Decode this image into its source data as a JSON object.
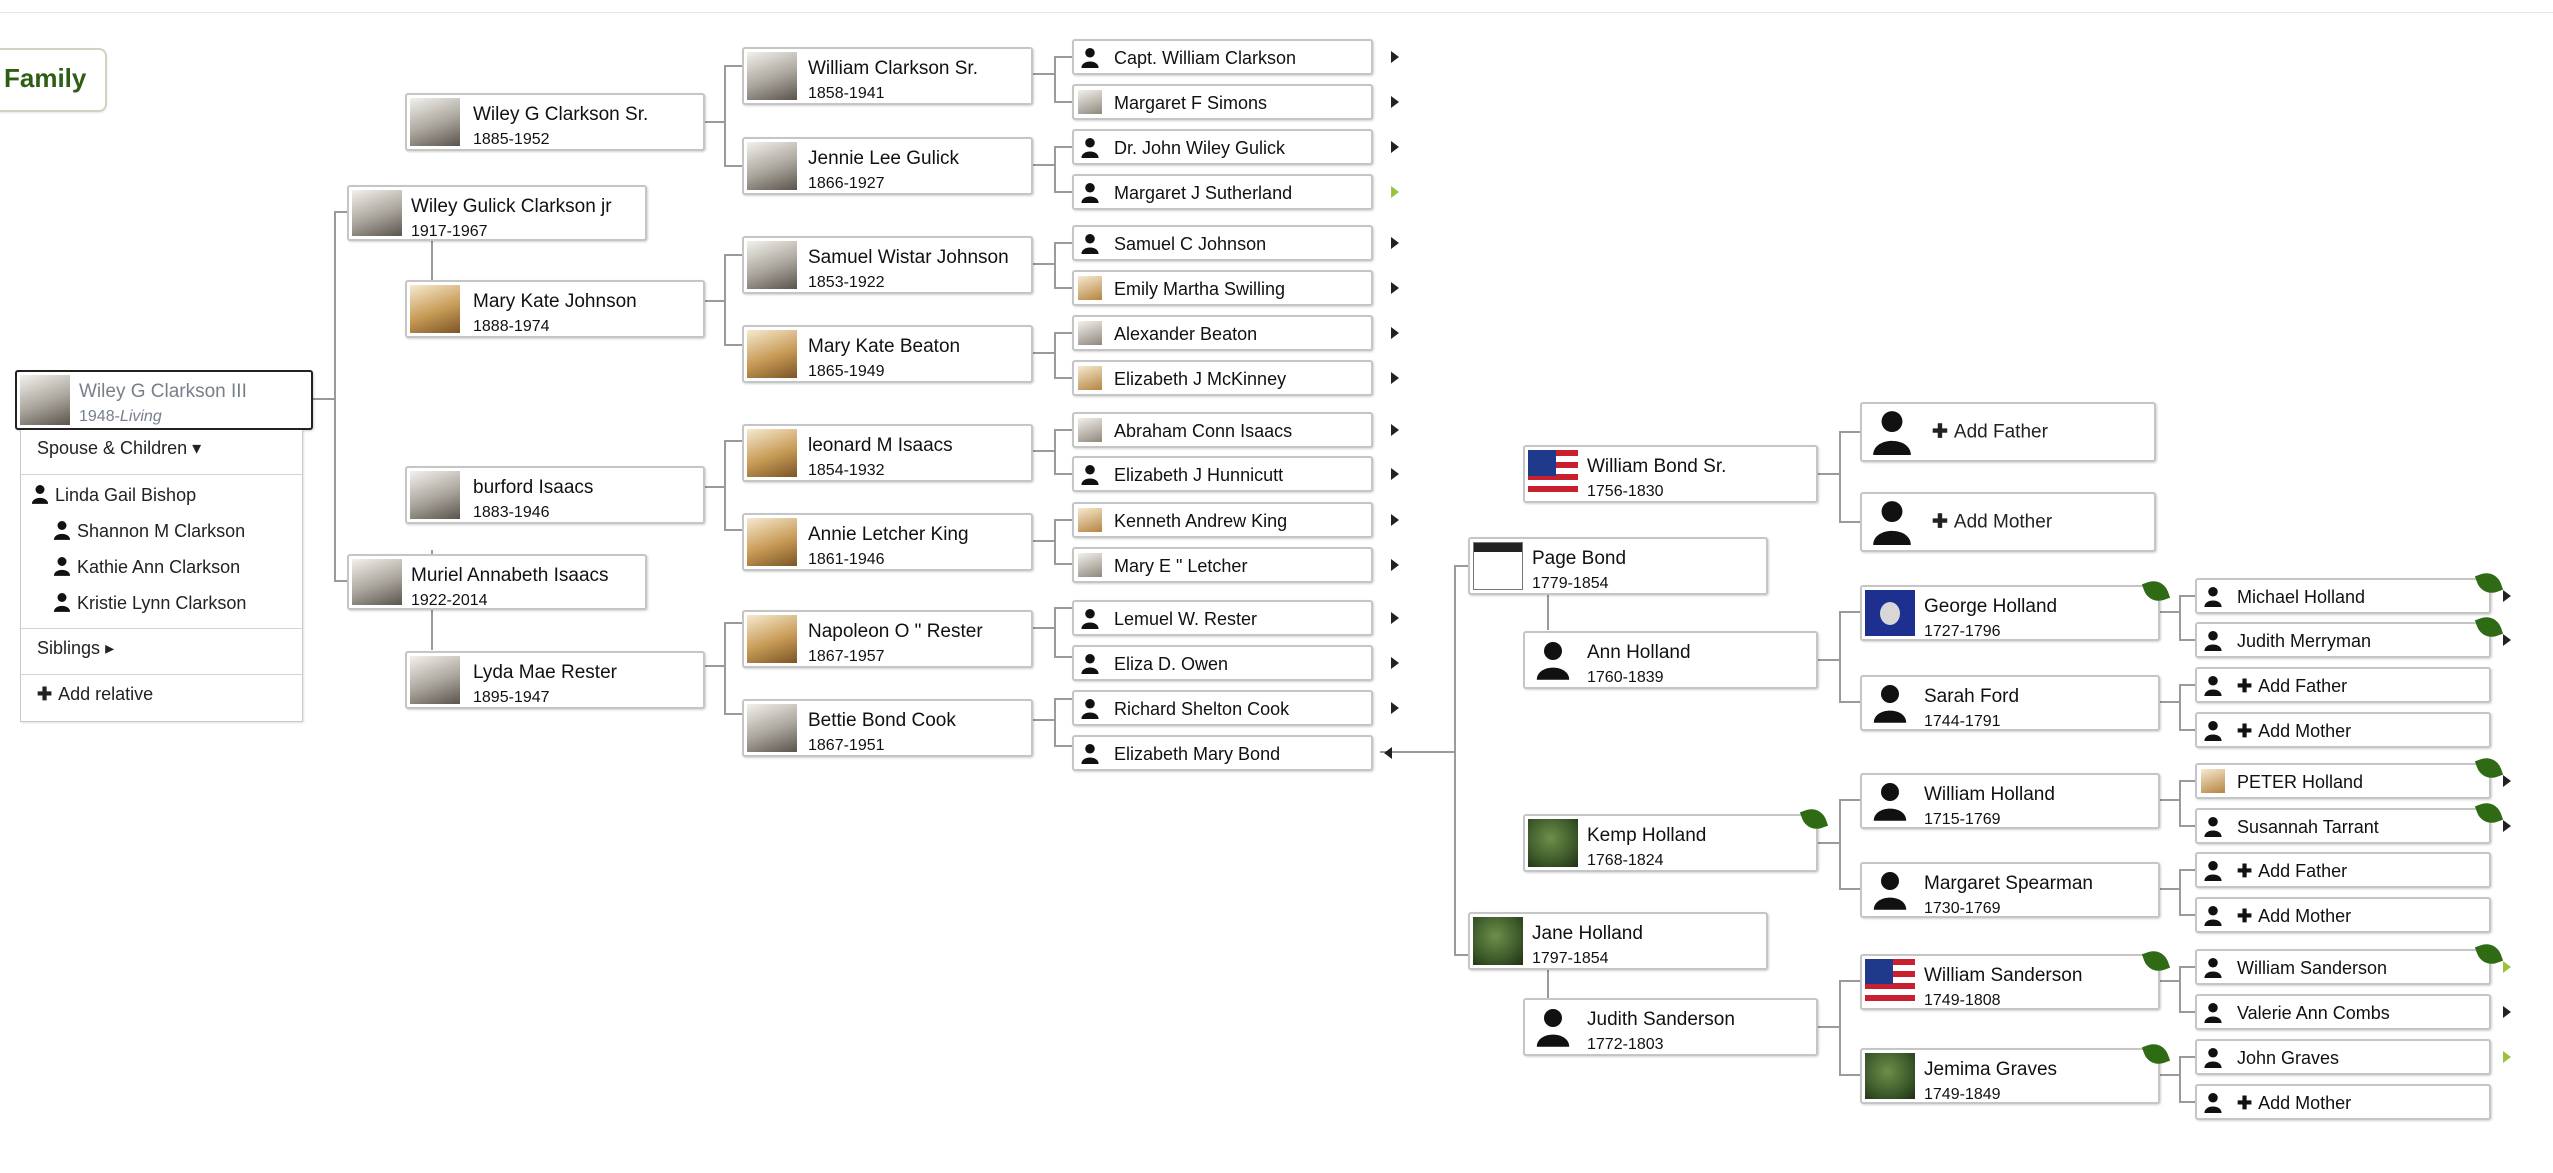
{
  "family_tab": {
    "label": "Family"
  },
  "root": {
    "name": "Wiley G Clarkson III",
    "dates_prefix": "1948-",
    "dates_status": "Living"
  },
  "panel": {
    "spouse_label": "Spouse & Children",
    "spouse": "Linda Gail Bishop",
    "children": [
      "Shannon M Clarkson",
      "Kathie Ann Clarkson",
      "Kristie Lynn Clarkson"
    ],
    "siblings_label": "Siblings",
    "add_relative_label": "Add relative"
  },
  "people": {
    "wiley_jr": {
      "name": "Wiley Gulick Clarkson jr",
      "dates": "1917-1967"
    },
    "muriel": {
      "name": "Muriel Annabeth Isaacs",
      "dates": "1922-2014"
    },
    "wiley_sr": {
      "name": "Wiley G Clarkson Sr.",
      "dates": "1885-1952"
    },
    "mary_kate_johnson": {
      "name": "Mary Kate Johnson",
      "dates": "1888-1974"
    },
    "burford": {
      "name": "burford Isaacs",
      "dates": "1883-1946"
    },
    "lyda": {
      "name": "Lyda Mae Rester",
      "dates": "1895-1947"
    },
    "william_clarkson_sr": {
      "name": "William Clarkson Sr.",
      "dates": "1858-1941"
    },
    "jennie": {
      "name": "Jennie Lee Gulick",
      "dates": "1866-1927"
    },
    "samuel_wistar": {
      "name": "Samuel Wistar Johnson",
      "dates": "1853-1922"
    },
    "mary_kate_beaton": {
      "name": "Mary Kate Beaton",
      "dates": "1865-1949"
    },
    "leonard": {
      "name": "leonard M Isaacs",
      "dates": "1854-1932"
    },
    "annie": {
      "name": "Annie Letcher King",
      "dates": "1861-1946"
    },
    "napoleon": {
      "name": "Napoleon O \" Rester",
      "dates": "1867-1957"
    },
    "bettie": {
      "name": "Bettie Bond Cook",
      "dates": "1867-1951"
    },
    "william_bond_sr": {
      "name": "William Bond Sr.",
      "dates": "1756-1830"
    },
    "page_bond": {
      "name": "Page Bond",
      "dates": "1779-1854"
    },
    "ann_holland": {
      "name": "Ann Holland",
      "dates": "1760-1839"
    },
    "george_holland": {
      "name": "George Holland",
      "dates": "1727-1796"
    },
    "sarah_ford": {
      "name": "Sarah Ford",
      "dates": "1744-1791"
    },
    "william_holland": {
      "name": "William Holland",
      "dates": "1715-1769"
    },
    "kemp_holland": {
      "name": "Kemp Holland",
      "dates": "1768-1824"
    },
    "margaret_spearman": {
      "name": "Margaret Spearman",
      "dates": "1730-1769"
    },
    "jane_holland": {
      "name": "Jane Holland",
      "dates": "1797-1854"
    },
    "william_sanderson": {
      "name": "William Sanderson",
      "dates": "1749-1808"
    },
    "judith_sanderson": {
      "name": "Judith Sanderson",
      "dates": "1772-1803"
    },
    "jemima_graves": {
      "name": "Jemima Graves",
      "dates": "1749-1849"
    }
  },
  "great_great_grandparents": [
    "Capt. William Clarkson",
    "Margaret F Simons",
    "Dr. John Wiley Gulick",
    "Margaret J Sutherland",
    "Samuel C Johnson",
    "Emily Martha Swilling",
    "Alexander Beaton",
    "Elizabeth J McKinney",
    "Abraham Conn Isaacs",
    "Elizabeth J Hunnicutt",
    "Kenneth Andrew King",
    "Mary E \" Letcher",
    "Lemuel W. Rester",
    "Eliza D. Owen",
    "Richard Shelton Cook",
    "Elizabeth Mary Bond"
  ],
  "branch_far": [
    "Michael Holland",
    "Judith Merryman",
    "PETER Holland",
    "Susannah Tarrant",
    "William Sanderson",
    "Valerie Ann Combs",
    "John Graves"
  ],
  "add_labels": {
    "father": "Add Father",
    "mother": "Add Mother"
  },
  "colors": {
    "accent_green": "#2e5e14",
    "hint_green": "#9bc23c",
    "card_border": "#c5c5c5"
  },
  "icons": [
    "person-silhouette-icon",
    "plus-icon",
    "chevron-right-icon",
    "chevron-down-icon",
    "hint-leaf-icon",
    "flag-icon"
  ]
}
